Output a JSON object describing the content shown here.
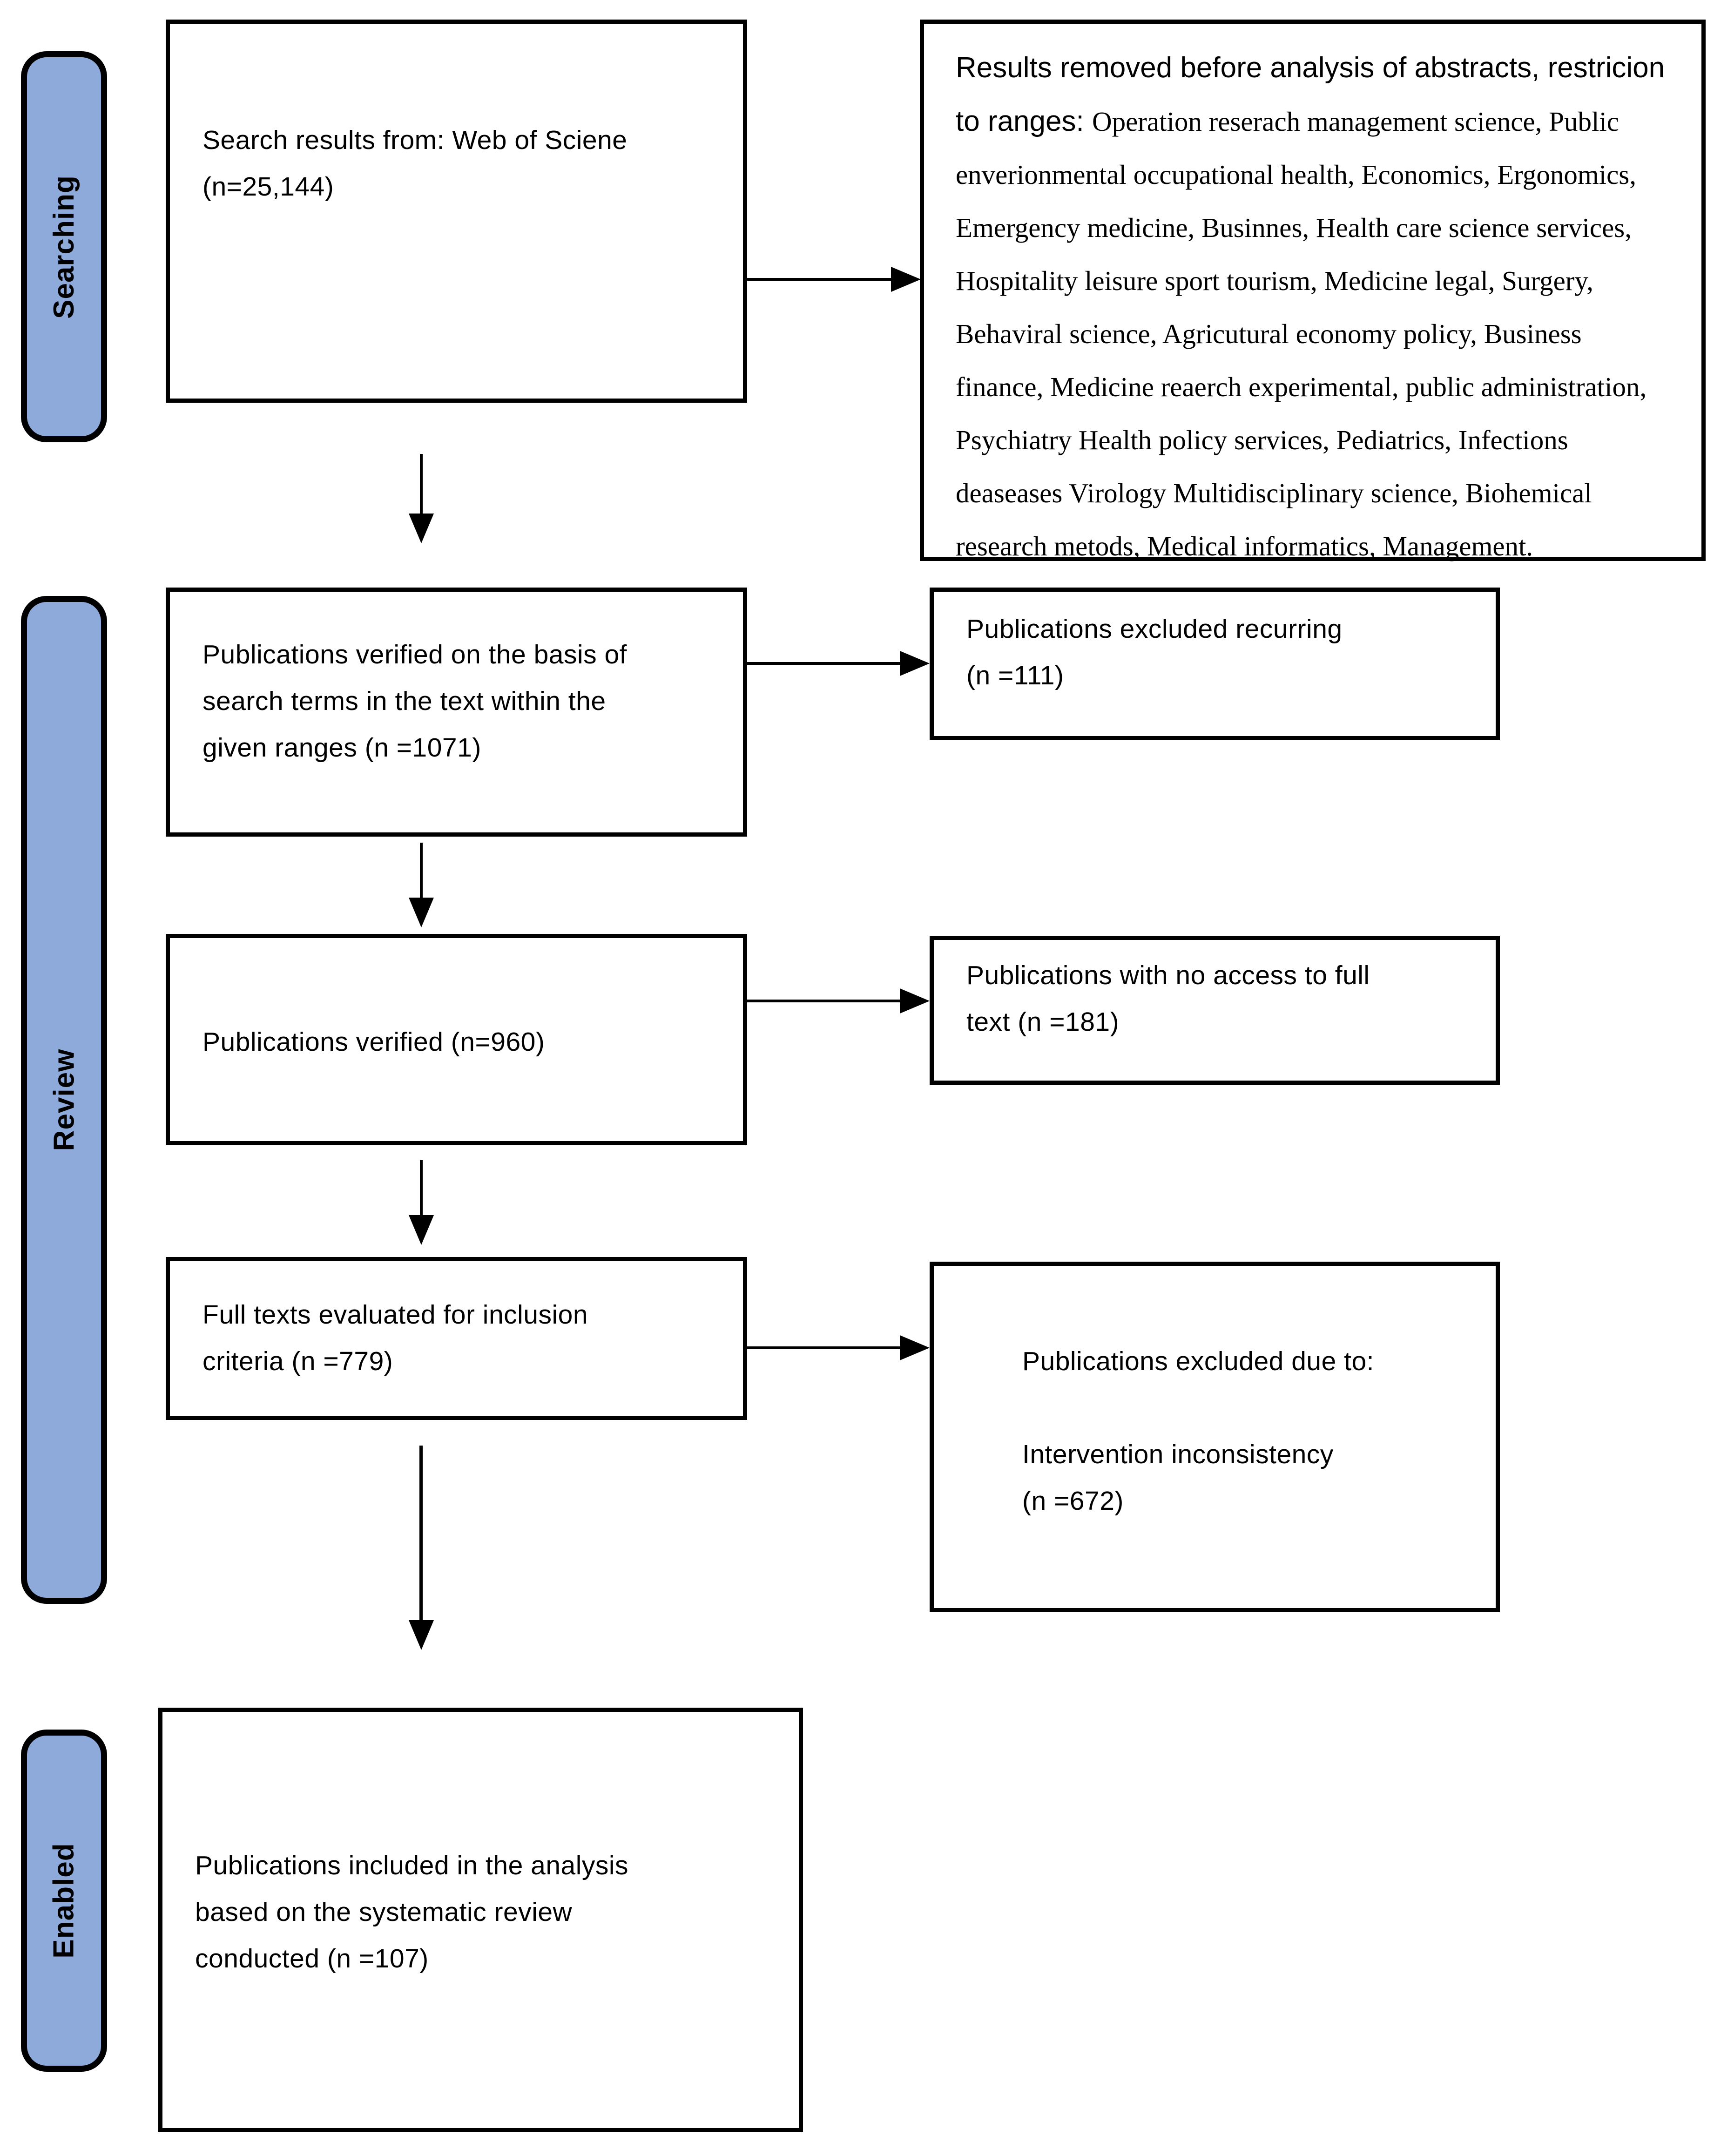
{
  "palette": {
    "sidebar_fill": "#8EAADB",
    "border": "#000000",
    "background": "#FFFFFF"
  },
  "sidebar": {
    "stages": [
      {
        "label": "Searching"
      },
      {
        "label": "Review"
      },
      {
        "label": "Enabled"
      }
    ]
  },
  "boxes": {
    "search_results": {
      "text": "Search results from: Web of Sciene\n(n=25,144)"
    },
    "results_removed": {
      "lead": "Results removed before analysis of abstracts, restricion to ranges: ",
      "detail": "Operation reserach management science, Public enverionmental occupational health, Economics, Ergonomics, Emergency medicine, Businnes, Health care science services, Hospitality leisure sport tourism, Medicine legal, Surgery, Behaviral science, Agricutural economy policy, Business finance, Medicine reaerch experimental, public administration, Psychiatry Health policy services, Pediatrics, Infections deaseases Virology Multidisciplinary science, Biohemical research metods, Medical informatics, Management."
    },
    "verified_terms": {
      "text": "Publications verified on the basis of\nsearch terms in the text within the\ngiven ranges (n =1071)"
    },
    "excluded_recurring": {
      "text": "Publications excluded recurring\n(n =111)"
    },
    "verified": {
      "text": "Publications verified (n=960)"
    },
    "no_full_text_access": {
      "text": "Publications with no access to full\ntext (n =181)"
    },
    "full_texts_evaluated": {
      "text": "Full texts evaluated for inclusion\ncriteria (n =779)"
    },
    "excluded_due_to": {
      "text": "Publications excluded due to:\n\nIntervention inconsistency\n(n =672)"
    },
    "included_in_analysis": {
      "text": "Publications included in the analysis\nbased on the systematic review\nconducted (n =107)"
    }
  }
}
